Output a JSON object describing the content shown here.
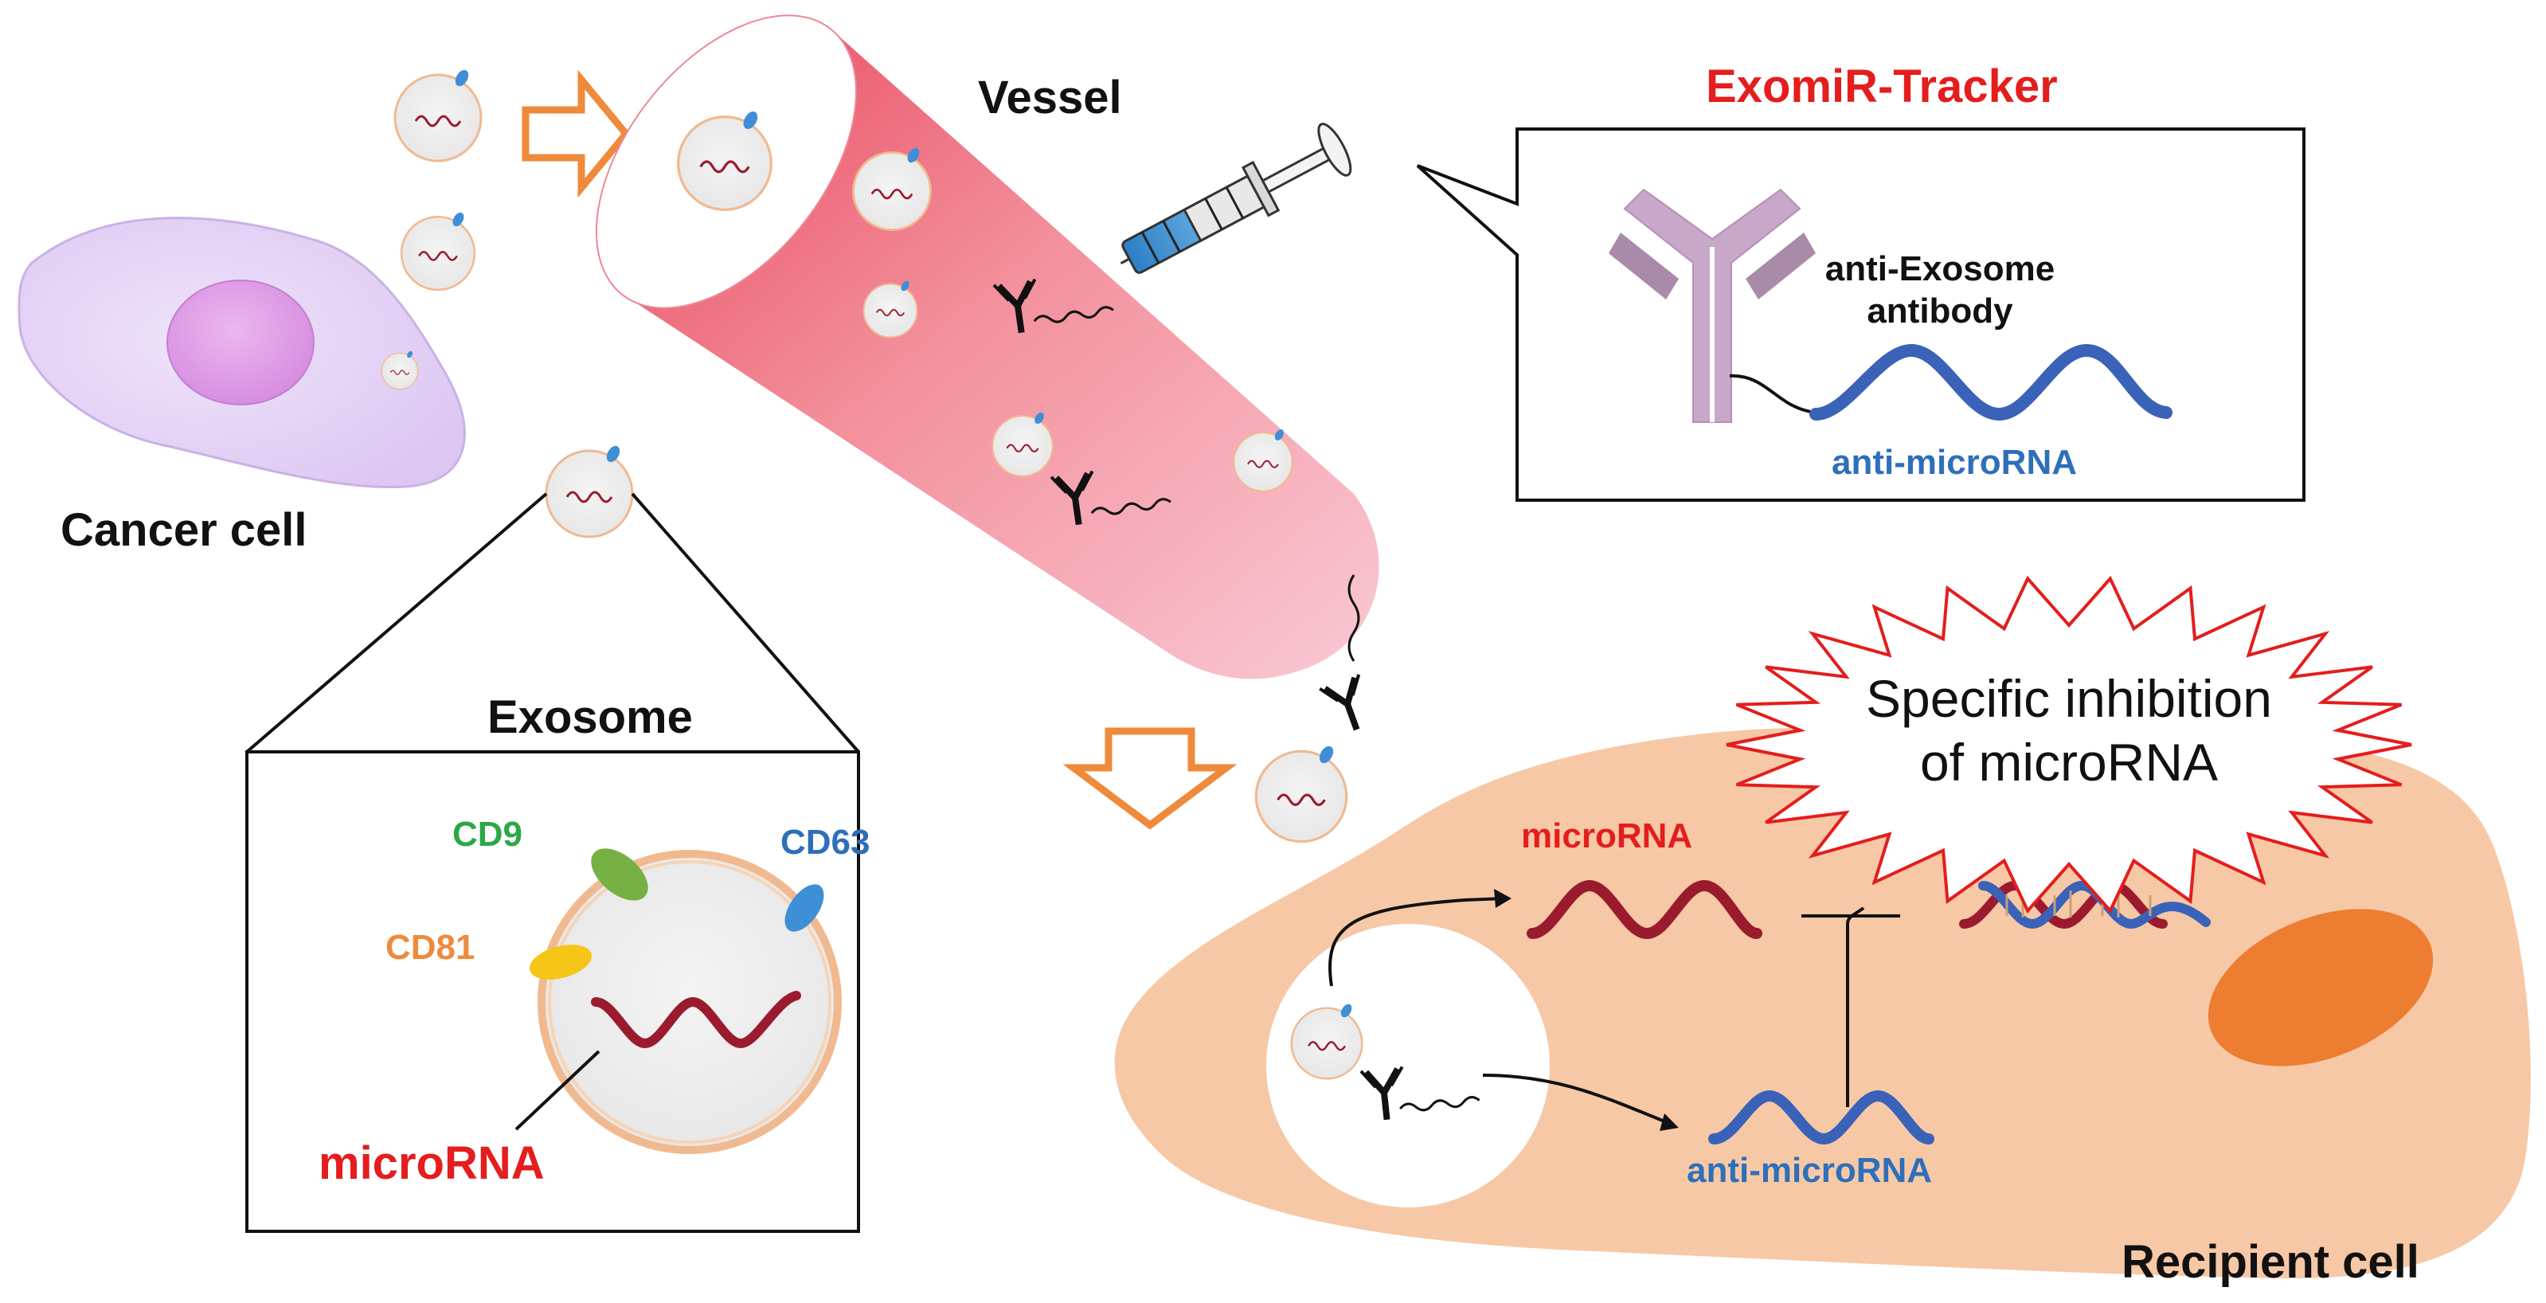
{
  "labels": {
    "cancer_cell": "Cancer cell",
    "vessel": "Vessel",
    "tool_title": "ExomiR-Tracker",
    "antibody_line1": "anti-Exosome",
    "antibody_line2": "antibody",
    "anti_microrna_box": "anti-microRNA",
    "exosome_title": "Exosome",
    "cd9": "CD9",
    "cd63": "CD63",
    "cd81": "CD81",
    "microrna_exosome": "microRNA",
    "inhibition_line1": "Specific inhibition",
    "inhibition_line2": "of microRNA",
    "microrna_recipient": "microRNA",
    "anti_microrna_recipient": "anti-microRNA",
    "recipient_cell": "Recipient cell"
  },
  "colors": {
    "title_red": "#e41d1d",
    "anti_blue": "#2e6fba",
    "cd9_green": "#2aa845",
    "cd81_orange": "#ef8a3b",
    "arrow_orange": "#ef8a3b",
    "vessel_pink": "#f07c8c",
    "recipient_fill": "#f7c8a6",
    "cancer_fill": "#e8d8f6",
    "rna_red": "#9b1b2e",
    "antibody_purple": "#c9a7c9"
  }
}
